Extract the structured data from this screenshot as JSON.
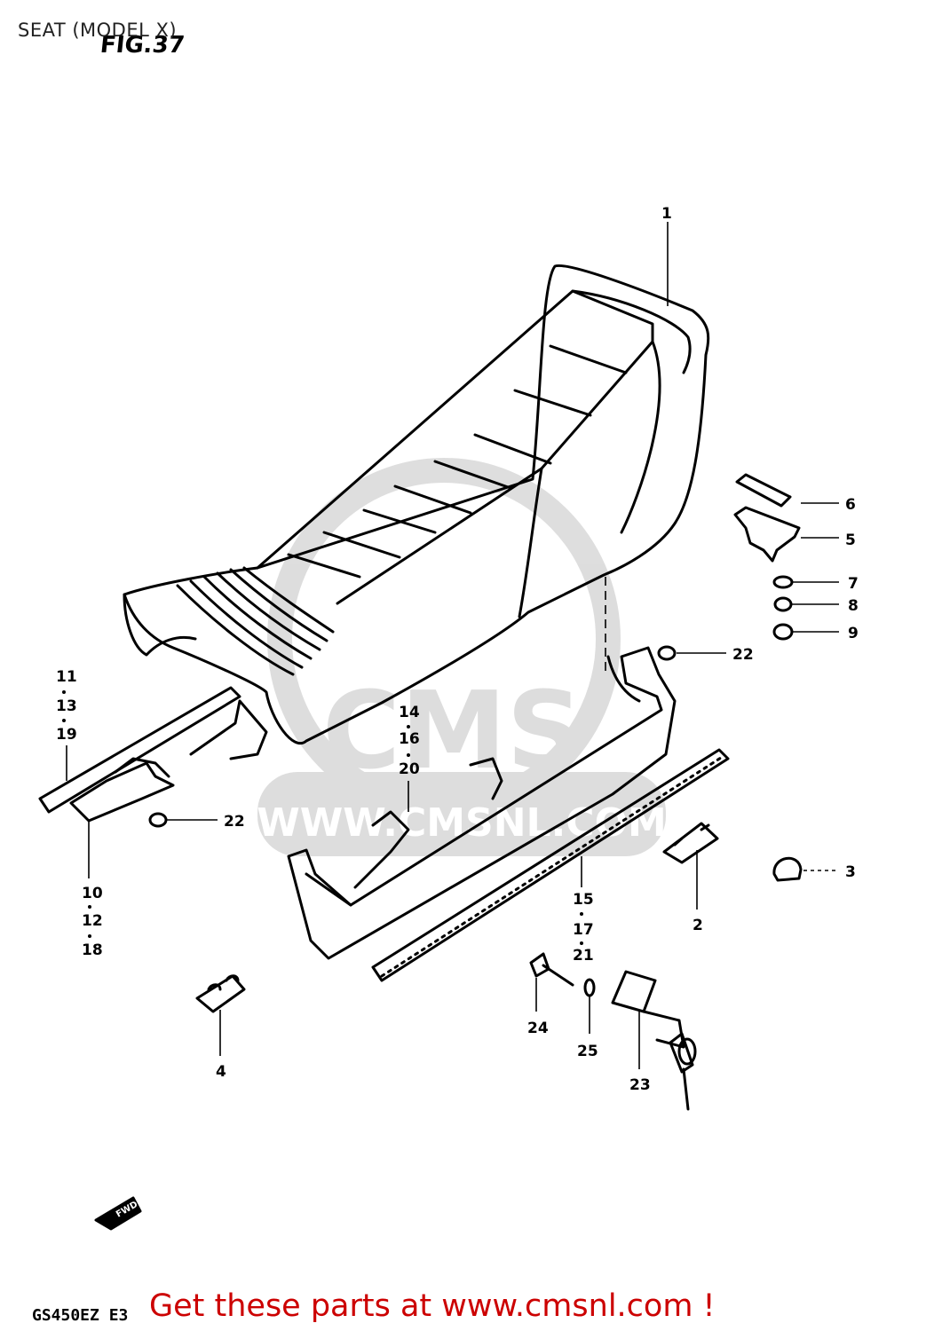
{
  "header": {
    "title": "SEAT (MODEL X)"
  },
  "figure": {
    "label": "FIG.37",
    "model_code": "GS450EZ E3"
  },
  "watermark": {
    "brand": "CMS",
    "url": "WWW.CMSNL.COM"
  },
  "callouts": {
    "c1": "1",
    "c2": "2",
    "c3": "3",
    "c4": "4",
    "c5": "5",
    "c6": "6",
    "c7": "7",
    "c8": "8",
    "c9": "9",
    "c22a": "22",
    "c22b": "22",
    "c23": "23",
    "c24": "24",
    "c25": "25",
    "g_11_13_19": [
      "11",
      "13",
      "19"
    ],
    "g_14_16_20": [
      "14",
      "16",
      "20"
    ],
    "g_10_12_18": [
      "10",
      "12",
      "18"
    ],
    "g_15_17_21": [
      "15",
      "17",
      "21"
    ]
  },
  "fwd_label": "FWD",
  "cta": {
    "text": "Get these parts at www.cmsnl.com !"
  }
}
